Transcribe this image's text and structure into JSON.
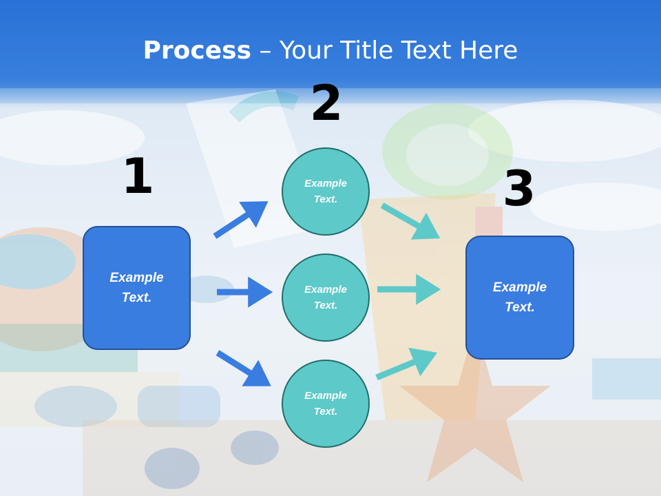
{
  "slide": {
    "title_bold": "Process",
    "title_rest": " – Your Title Text Here",
    "steps": {
      "one": "1",
      "two": "2",
      "three": "3"
    },
    "left_box": {
      "line1": "Example",
      "line2": "Text."
    },
    "circles": [
      {
        "line1": "Example",
        "line2": "Text."
      },
      {
        "line1": "Example",
        "line2": "Text."
      },
      {
        "line1": "Example",
        "line2": "Text."
      }
    ],
    "right_box": {
      "line1": "Example",
      "line2": "Text."
    }
  },
  "colors": {
    "header_blue": "#2a72d8",
    "box_blue": "#3a7de0",
    "circle_teal": "#5ec9c9",
    "arrow_blue": "#3a7de0",
    "arrow_teal": "#5ec9c9"
  }
}
